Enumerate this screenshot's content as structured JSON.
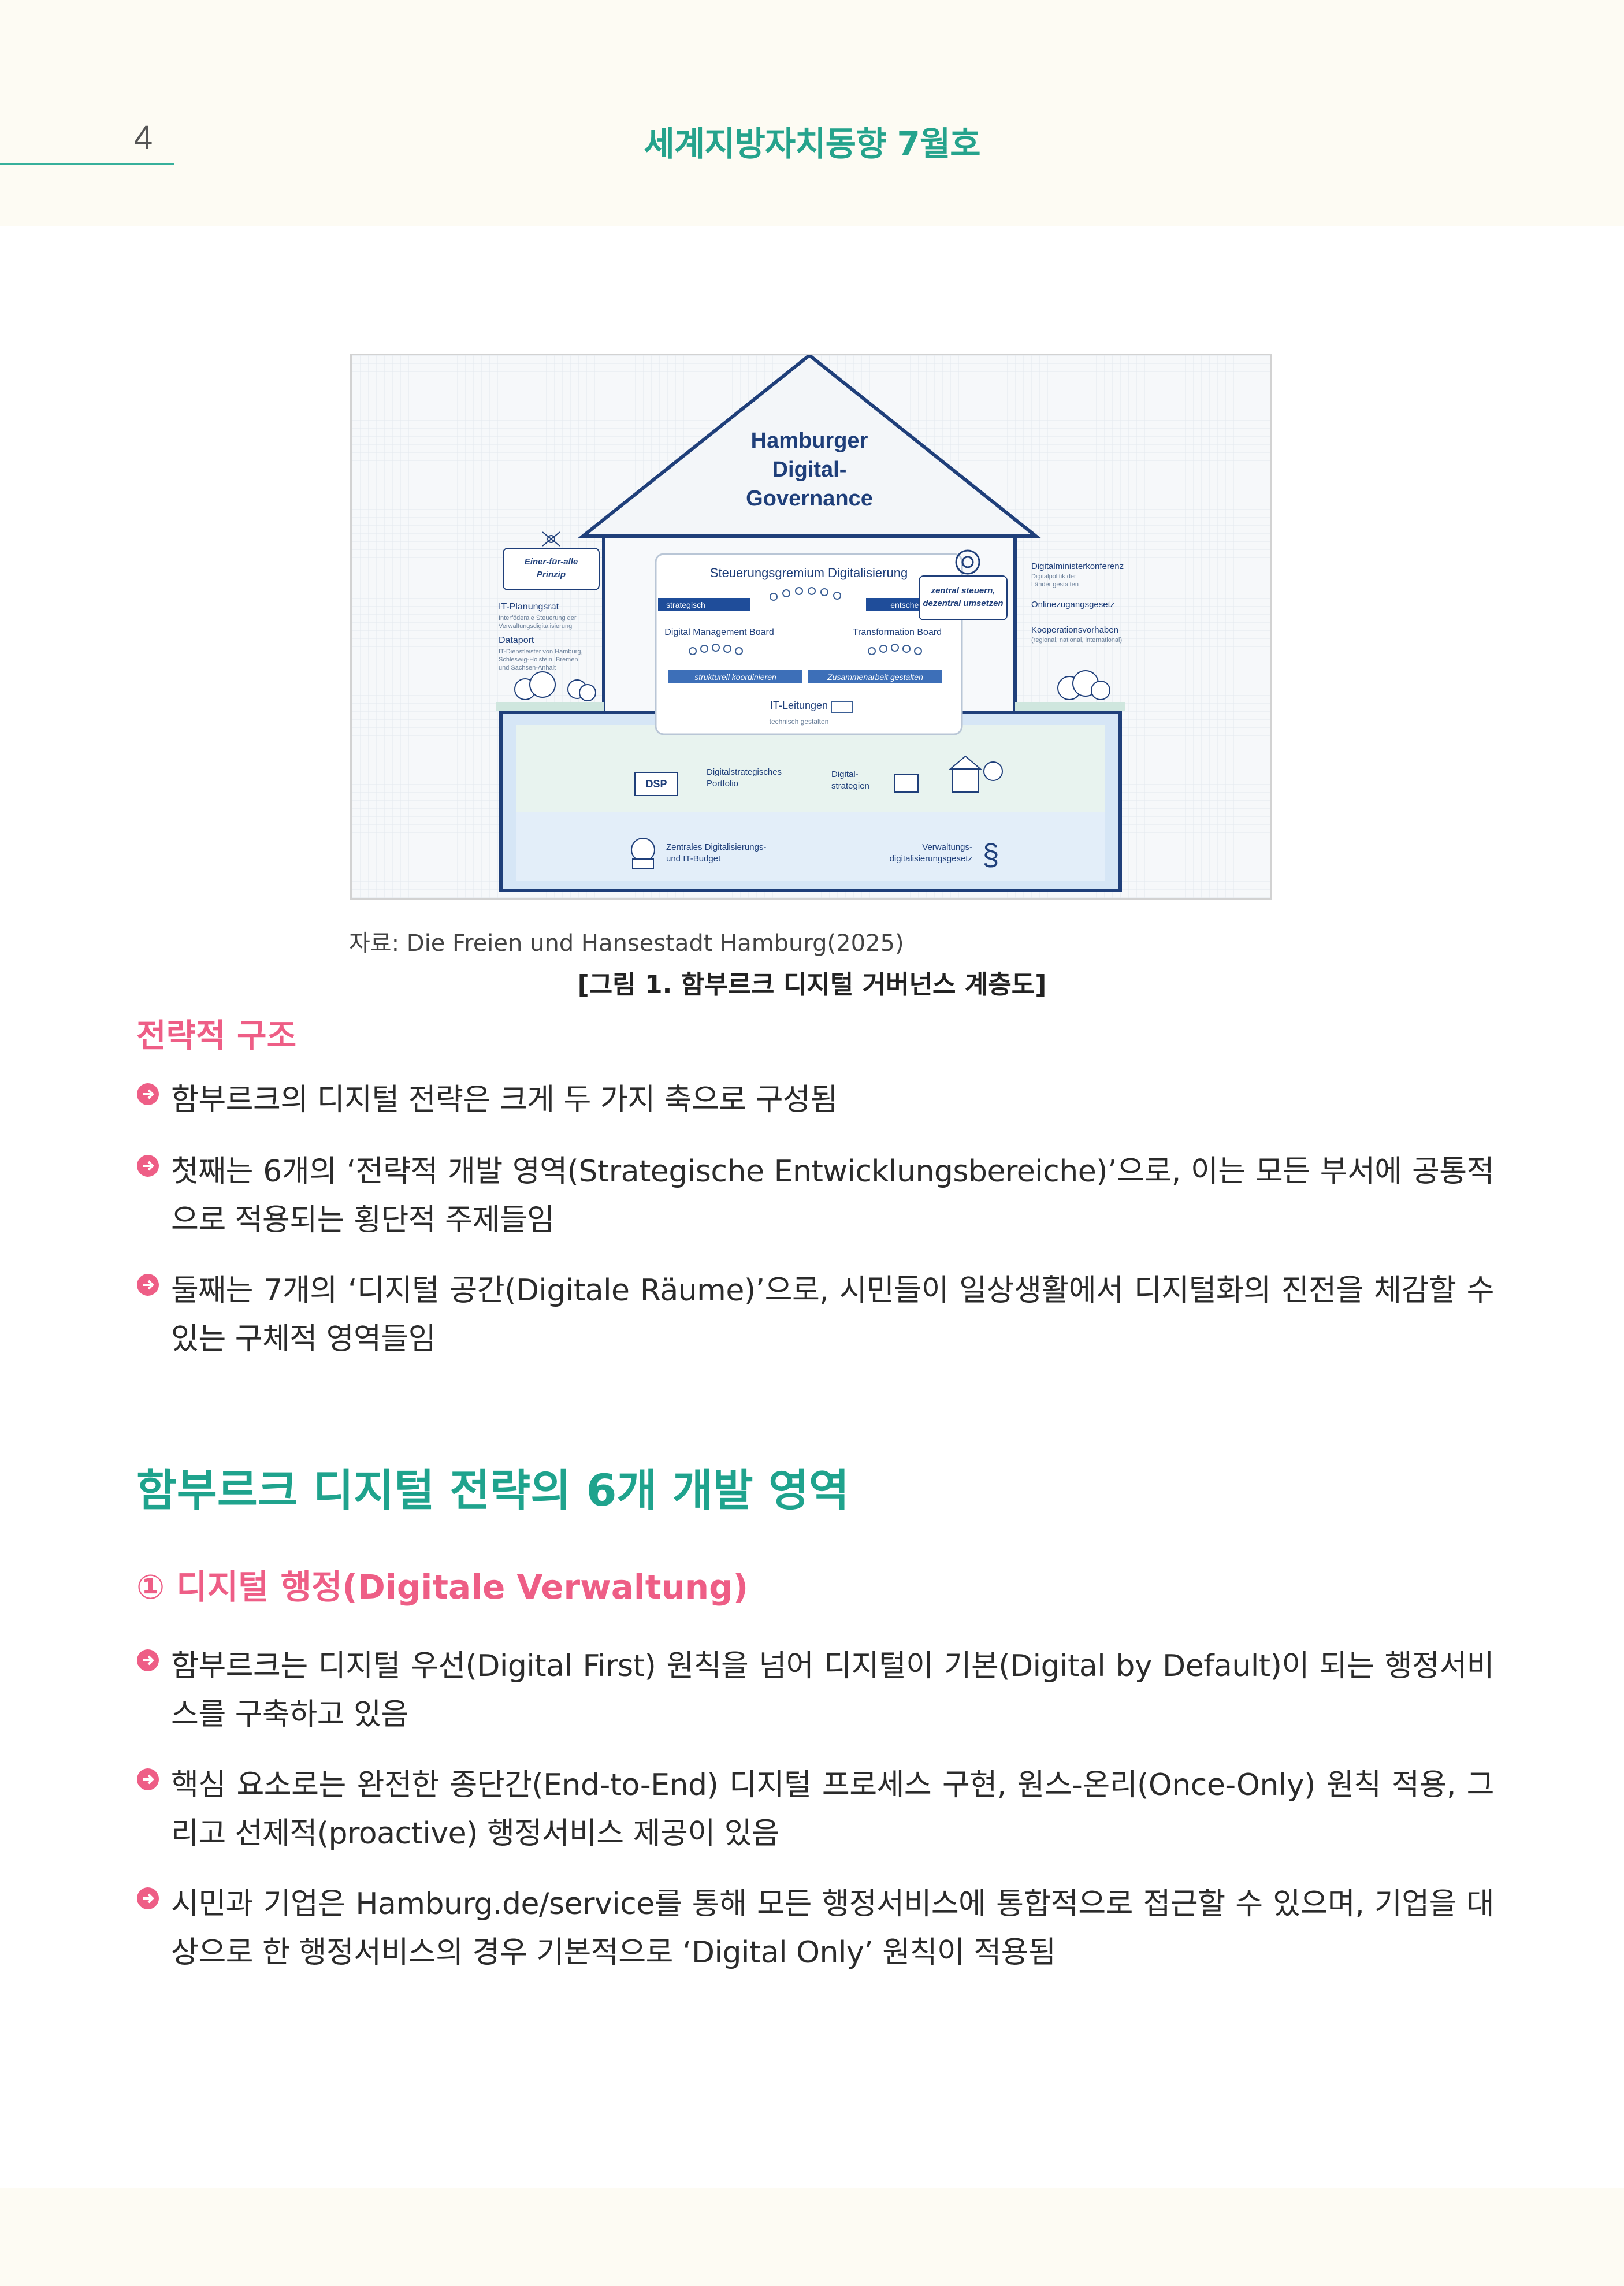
{
  "header": {
    "page_number": "4",
    "title": "세계지방자치동향 7월호"
  },
  "figure": {
    "roof_title": [
      "Hamburger",
      "Digital-",
      "Governance"
    ],
    "left_labels": {
      "bubble": [
        "Einer-für-alle",
        "Prinzip"
      ],
      "it_planungsrat": "IT-Planungsrat",
      "it_planungsrat_desc": [
        "Interföderale Steuerung der",
        "Verwaltungsdigitalisierung"
      ],
      "dataport": "Dataport",
      "dataport_desc": [
        "IT-Dienstleister von Hamburg,",
        "Schleswig-Holstein, Bremen",
        "und Sachsen-Anhalt"
      ]
    },
    "right_labels": {
      "dmk": "Digitalministerkonferenz",
      "dmk_desc": [
        "Digitalpolitik der",
        "Länder gestalten"
      ],
      "ozg": "Onlinezugangsgesetz",
      "koop": "Kooperationsvorhaben",
      "koop_desc": "(regional, national, international)"
    },
    "center_bubble": [
      "zentral steuern,",
      "dezentral umsetzen"
    ],
    "board": {
      "title": "Steuerungsgremium Digitalisierung",
      "tag_left": "strategisch",
      "tag_right": "entscheiden",
      "dmb": "Digital Management Board",
      "tb": "Transformation Board",
      "band_left": "strukturell koordinieren",
      "band_right": "Zusammenarbeit gestalten",
      "it": "IT-Leitungen",
      "it_sub": "technisch gestalten"
    },
    "basement": {
      "dsp": "DSP",
      "portfolio": [
        "Digitalstrategisches",
        "Portfolio"
      ],
      "strategien": [
        "Digital-",
        "strategien"
      ],
      "budget": [
        "Zentrales Digitalisierungs-",
        "und IT-Budget"
      ],
      "gesetz": [
        "Verwaltungs-",
        "digitalisierungsgesetz"
      ],
      "paragraph": "§"
    },
    "colors": {
      "navy": "#1f3f7a",
      "teal": "#2fae96",
      "light_blue": "#d6e6f6"
    }
  },
  "source": "자료: Die Freien und Hansestadt Hamburg(2025)",
  "caption": "[그림 1. 함부르크 디지털 거버넌스 계층도]",
  "section1": {
    "heading": "전략적 구조",
    "bullets": [
      "함부르크의 디지털 전략은 크게 두 가지 축으로 구성됨",
      "첫째는 6개의 ‘전략적 개발 영역(Strategische Entwicklungsbereiche)’으로, 이는 모든 부서에 공통적으로 적용되는 횡단적 주제들임",
      "둘째는 7개의 ‘디지털 공간(Digitale Räume)’으로, 시민들이 일상생활에서 디지털화의 진전을 체감할 수 있는 구체적 영역들임"
    ]
  },
  "section2": {
    "heading": "함부르크 디지털 전략의 6개 개발 영역",
    "subheading": "① 디지털 행정(Digitale Verwaltung)",
    "bullets": [
      "함부르크는 디지털 우선(Digital First) 원칙을 넘어 디지털이 기본(Digital by Default)이 되는 행정서비스를 구축하고 있음",
      "핵심 요소로는 완전한 종단간(End-to-End) 디지털 프로세스 구현, 원스-온리(Once-Only) 원칙 적용, 그리고 선제적(proactive) 행정서비스 제공이 있음",
      "시민과 기업은 Hamburg.de/service를 통해 모든 행정서비스에 통합적으로 접근할 수 있으며, 기업을 대상으로 한 행정서비스의 경우 기본적으로 ‘Digital Only’ 원칙이 적용됨"
    ]
  },
  "arrow_icon": "circle-arrow-right-icon"
}
